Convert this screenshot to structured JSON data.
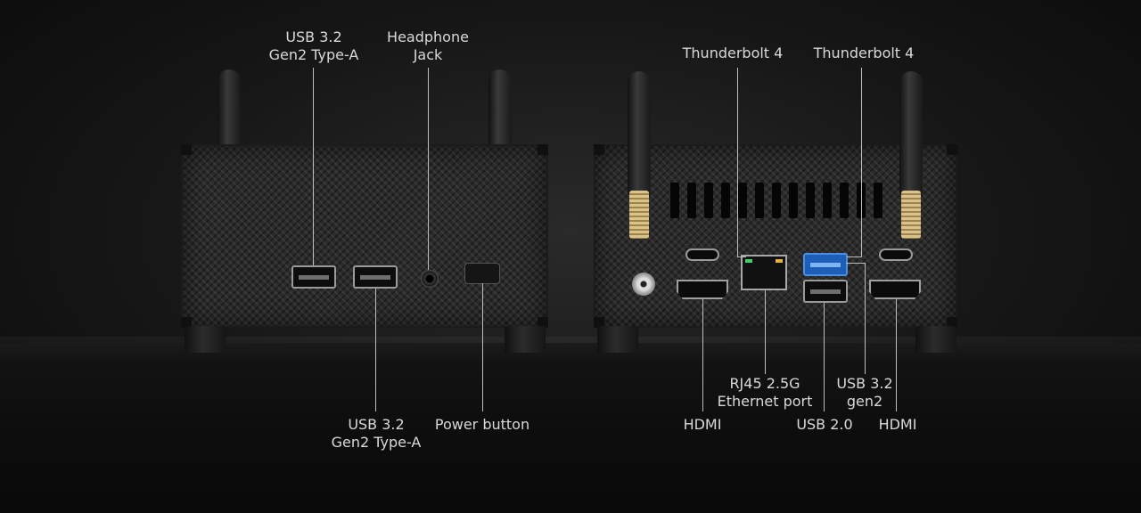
{
  "labels": {
    "left_top_usb": "USB 3.2\nGen2 Type-A",
    "headphone": "Headphone\nJack",
    "left_bottom_usb": "USB 3.2\nGen2 Type-A",
    "power_button": "Power button",
    "thunderbolt_left": "Thunderbolt 4",
    "thunderbolt_right": "Thunderbolt 4",
    "rj45": "RJ45 2.5G\nEthernet port",
    "usb32_gen2": "USB 3.2\ngen2",
    "hdmi_left": "HDMI",
    "usb20": "USB 2.0",
    "hdmi_right": "HDMI"
  },
  "colors": {
    "usb_blue": "#1d5fb8",
    "antenna_gold": "#d9c38a",
    "led_green": "#3bd16b",
    "led_amber": "#e8b23a"
  }
}
